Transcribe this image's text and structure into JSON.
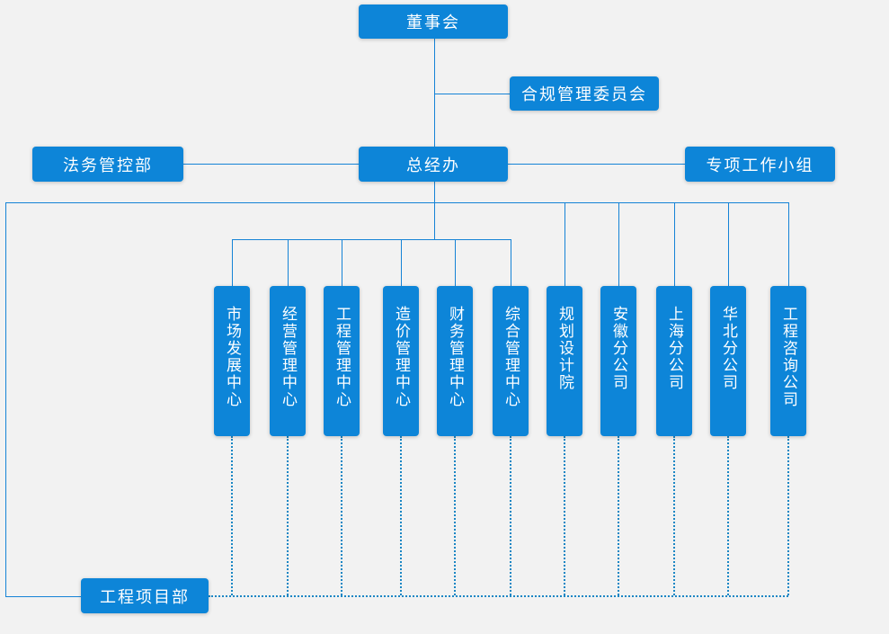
{
  "org_chart": {
    "top": {
      "board": "董事会",
      "compliance_committee": "合规管理委员会"
    },
    "middle": {
      "legal_dept": "法务管控部",
      "gm_office": "总经办",
      "special_group": "专项工作小组"
    },
    "departments": [
      {
        "label": "市场发展中心"
      },
      {
        "label": "经营管理中心"
      },
      {
        "label": "工程管理中心"
      },
      {
        "label": "造价管理中心"
      },
      {
        "label": "财务管理中心"
      },
      {
        "label": "综合管理中心"
      },
      {
        "label": "规划设计院"
      },
      {
        "label": "安徽分公司"
      },
      {
        "label": "上海分公司"
      },
      {
        "label": "华北分公司"
      },
      {
        "label": "工程咨询公司"
      }
    ],
    "bottom": {
      "project_dept": "工程项目部"
    },
    "colors": {
      "node_fill": "#0d85d8",
      "connector": "#1583d6",
      "dotted_connector": "#1a86c4",
      "text": "#ffffff",
      "background": "#f2f2f2"
    }
  }
}
